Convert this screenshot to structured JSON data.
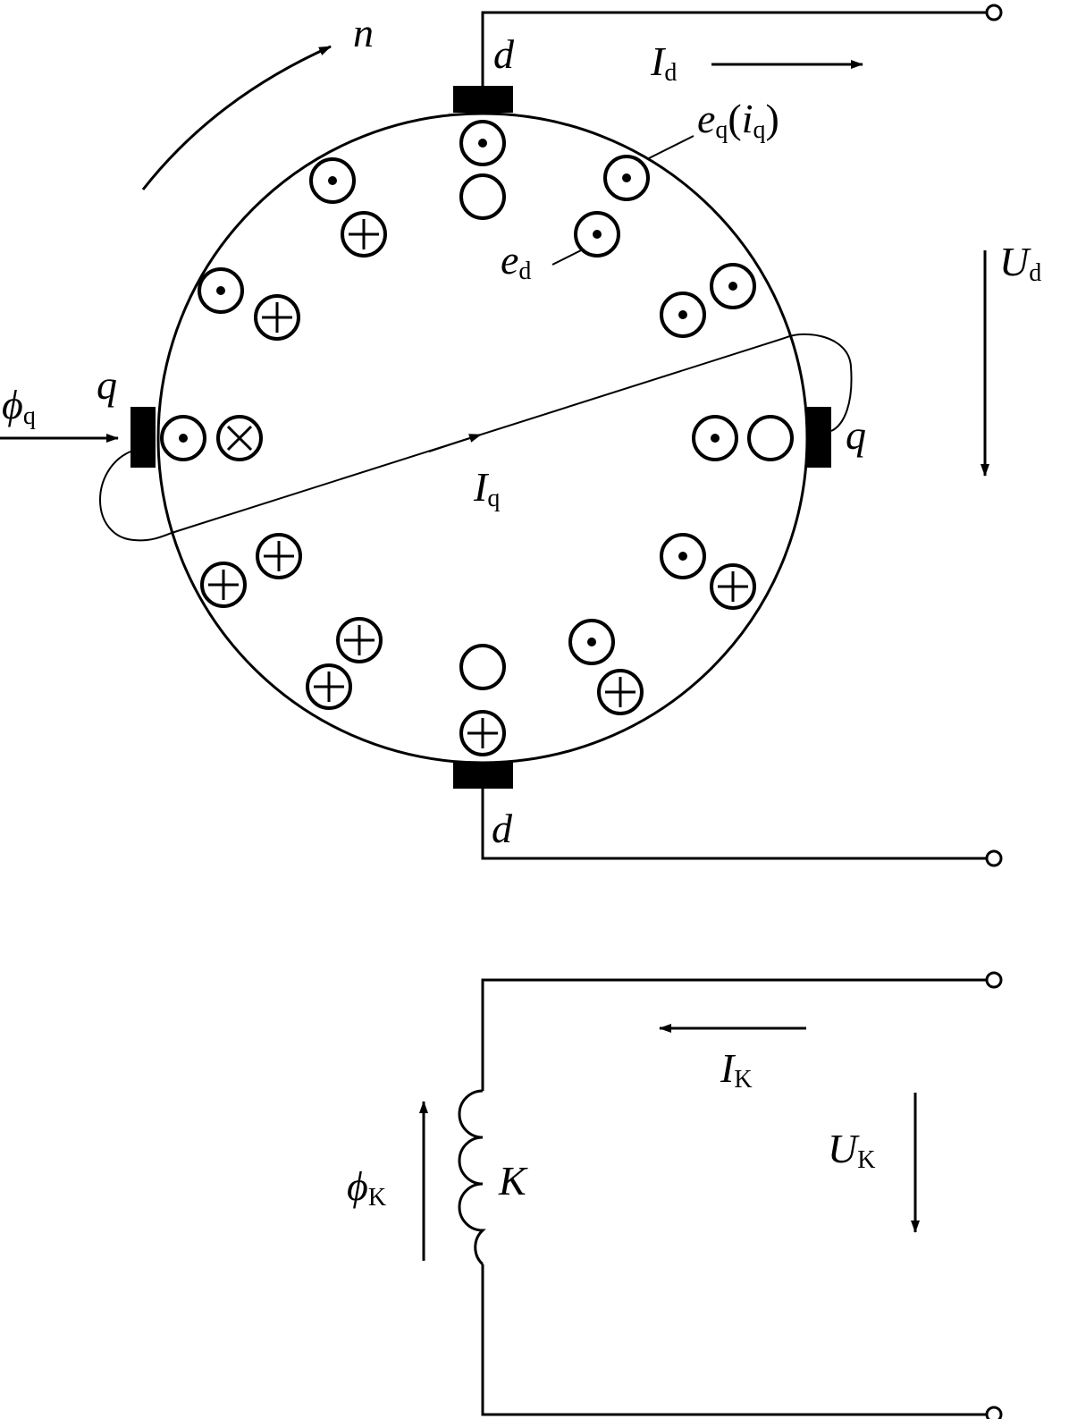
{
  "labels": {
    "n": "n",
    "d": "d",
    "q": "q",
    "I": "I",
    "U": "U",
    "e": "e",
    "i": "i",
    "phi": "ϕ",
    "K": "K",
    "sub_d": "d",
    "sub_q": "q",
    "sub_K": "K",
    "paren_open": "(",
    "paren_close": ")"
  }
}
